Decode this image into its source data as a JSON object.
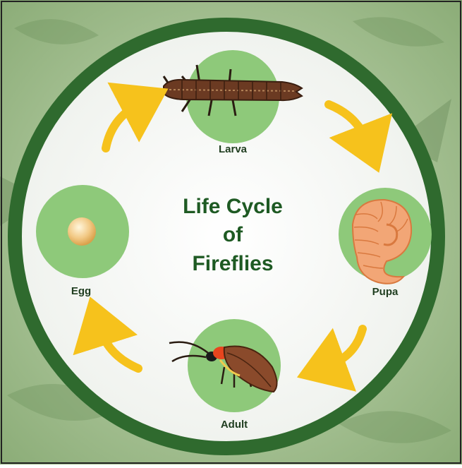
{
  "title_lines": [
    "Life Cycle",
    "of",
    "Fireflies"
  ],
  "stages": {
    "larva": "Larva",
    "pupa": "Pupa",
    "adult": "Adult",
    "egg": "Egg"
  },
  "colors": {
    "ring": "#2f6a2e",
    "stage_circle": "#8ec97a",
    "title": "#1e5a23",
    "label": "#1f3d1f",
    "arrow": "#f6c21c",
    "background": "#9fbf8a"
  }
}
